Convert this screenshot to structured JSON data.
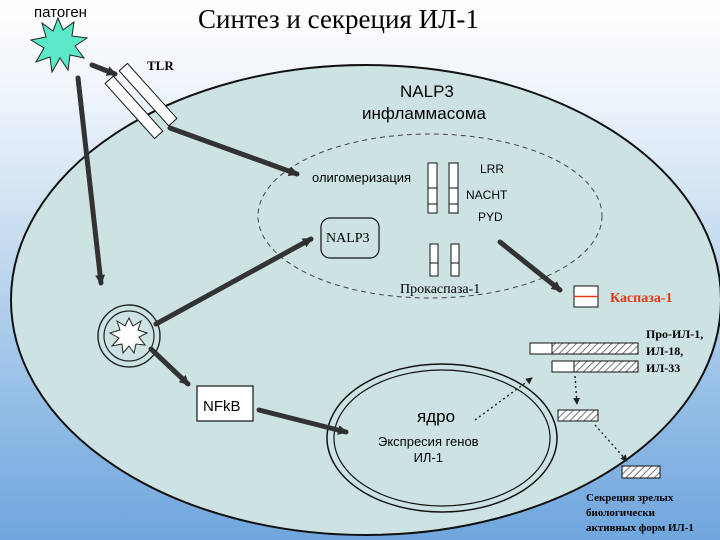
{
  "title": "Синтез и секреция ИЛ-1",
  "labels": {
    "pathogen": "патоген",
    "tlr": "TLR",
    "nalp3_title": "NALP3",
    "inflammasome": "инфламмасома",
    "oligomerization": "олигомеризация",
    "lrr": "LRR",
    "nacht": "NACHT",
    "pyd": "PYD",
    "nalp3_box": "NALP3",
    "procaspase": "Прокаспаза-1",
    "caspase": "Каспаза-1",
    "pro_il": [
      "Про-ИЛ-1,",
      "ИЛ-18,",
      "ИЛ-33"
    ],
    "nfkb": "NFkB",
    "nucleus": "ядро",
    "gene_expression": [
      "Экспресия генов",
      "ИЛ-1"
    ],
    "secretion": [
      "Секреция зрелых",
      "биологически",
      "активных форм ИЛ-1"
    ]
  },
  "colors": {
    "cell_fill": "#cde3e3",
    "nucleus_fill": "#cde3e3",
    "arrow": "#333333",
    "caspase_text": "#e23a17",
    "caspase_line": "#e23a17"
  }
}
